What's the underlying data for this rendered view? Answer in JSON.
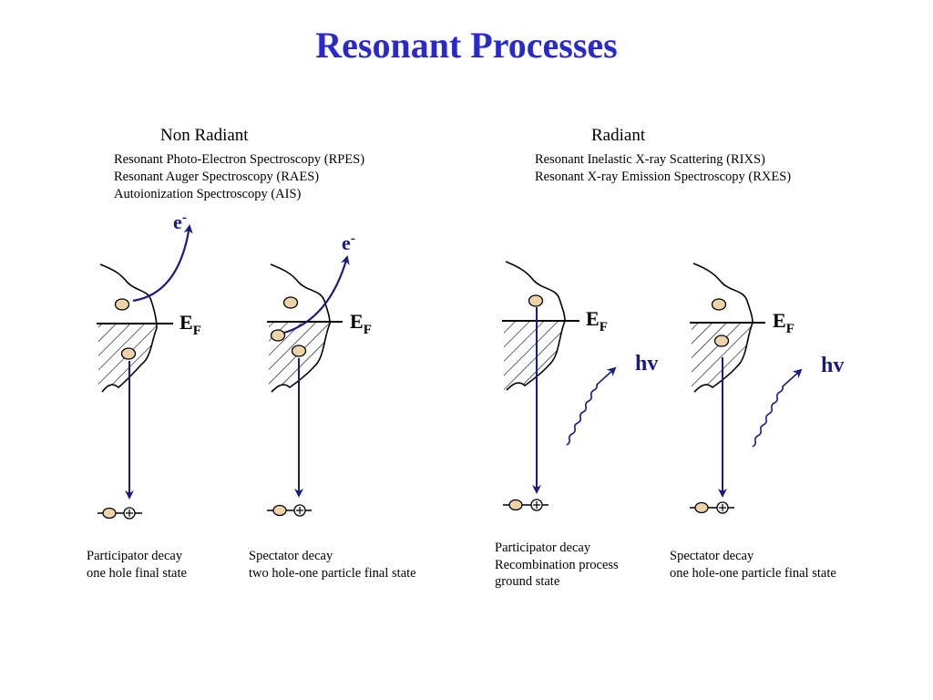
{
  "title": "Resonant Processes",
  "non_radiant": {
    "heading": "Non Radiant",
    "lines": [
      "Resonant Photo-Electron Spectroscopy (RPES)",
      "Resonant Auger Spectroscopy (RAES)",
      "Autoionization Spectroscopy (AIS)"
    ]
  },
  "radiant": {
    "heading": "Radiant",
    "lines": [
      "Resonant Inelastic X-ray Scattering (RIXS)",
      "Resonant X-ray Emission Spectroscopy (RXES)"
    ]
  },
  "labels": {
    "fermi_main": "E",
    "fermi_sub": "F",
    "electron_main": "e",
    "electron_sup": "-",
    "photon": "hv"
  },
  "captions": [
    [
      "Participator decay",
      "one hole final state"
    ],
    [
      "Spectator decay",
      "two hole-one particle final state"
    ],
    [
      "Participator decay",
      "Recombination process",
      "ground state"
    ],
    [
      "Spectator decay",
      "one hole-one particle final state"
    ]
  ],
  "colors": {
    "title": "#2a2acc",
    "arrow": "#1a1a80",
    "electron_fill": "#ecd3a8"
  }
}
